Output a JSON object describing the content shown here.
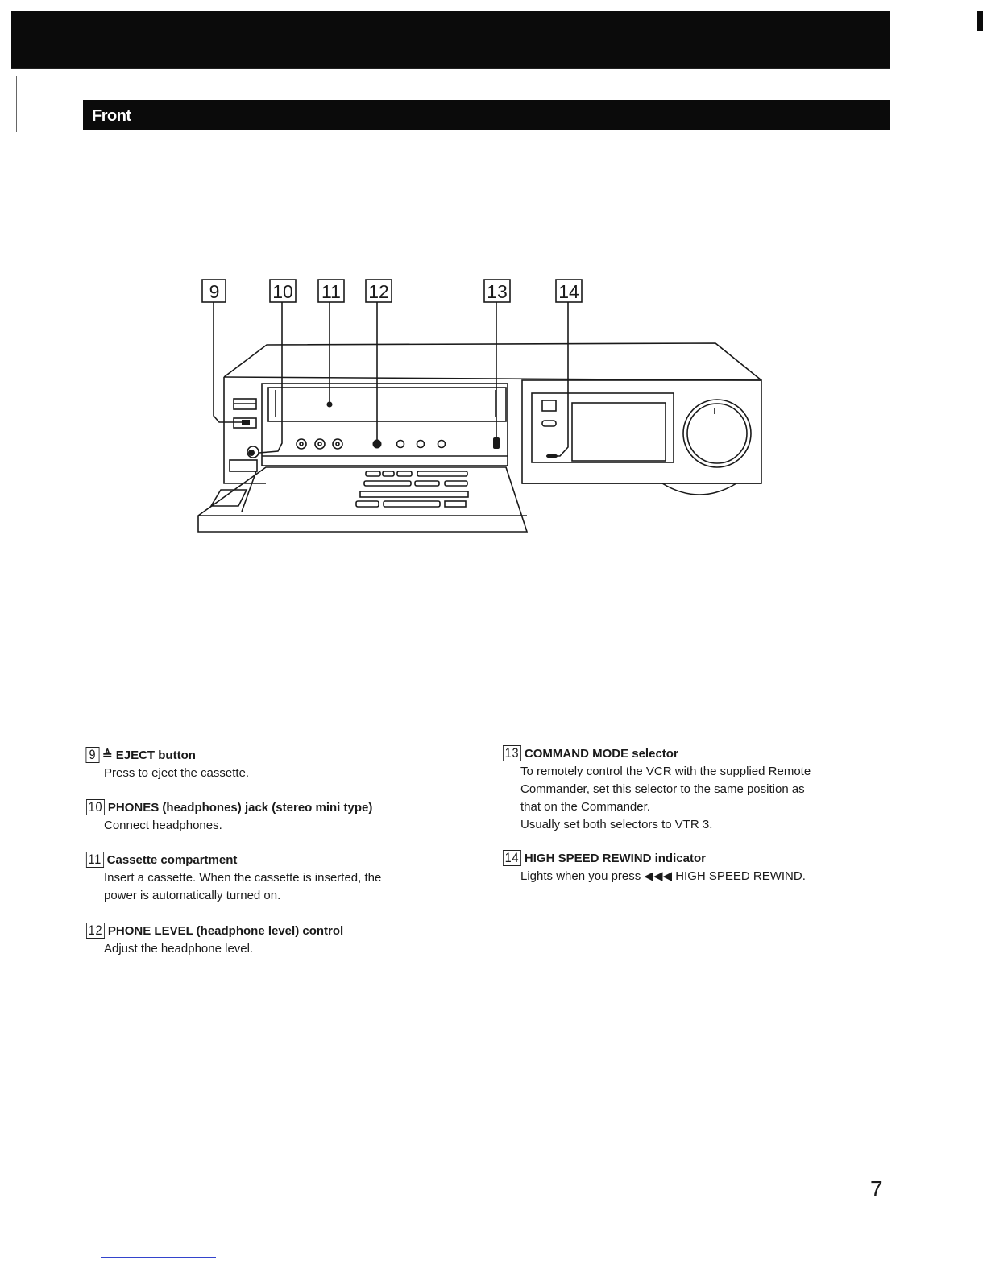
{
  "header": {
    "section_title": "Front"
  },
  "figure": {
    "labels": [
      "9",
      "10",
      "11",
      "12",
      "13",
      "14"
    ]
  },
  "items": [
    {
      "num": "9",
      "title": "≜ EJECT button",
      "desc": [
        "Press to eject the cassette."
      ]
    },
    {
      "num": "10",
      "title": "PHONES (headphones) jack (stereo mini type)",
      "desc": [
        "Connect headphones."
      ]
    },
    {
      "num": "11",
      "title": "Cassette compartment",
      "desc": [
        "Insert a cassette. When the cassette is inserted, the",
        "power is automatically turned on."
      ]
    },
    {
      "num": "12",
      "title": "PHONE LEVEL (headphone level) control",
      "desc": [
        "Adjust the headphone level."
      ]
    },
    {
      "num": "13",
      "title": "COMMAND MODE selector",
      "desc": [
        "To remotely control the VCR with the supplied Remote",
        "Commander, set this selector to the same position as",
        "that on the Commander.",
        "Usually set both selectors to VTR 3."
      ]
    },
    {
      "num": "14",
      "title": "HIGH SPEED REWIND indicator",
      "desc": [
        "Lights when you press  ◀◀◀  HIGH SPEED REWIND."
      ]
    }
  ],
  "page_number": "7"
}
